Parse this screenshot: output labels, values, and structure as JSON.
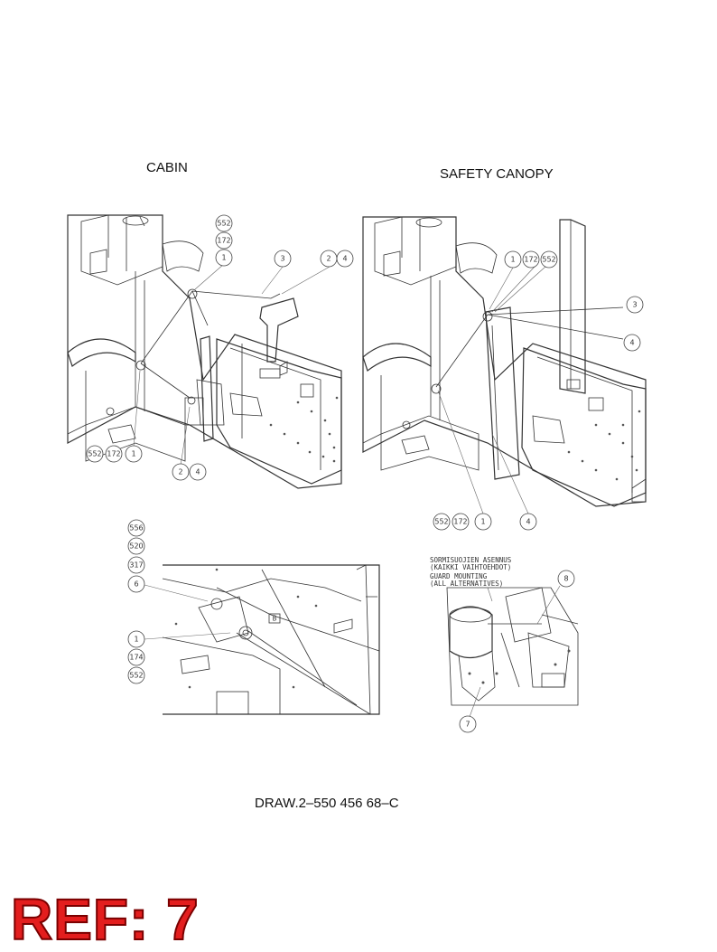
{
  "labels": {
    "cabin": "CABIN",
    "safety_canopy": "SAFETY CANOPY",
    "drawing_number": "DRAW.2–550 456 68–C",
    "ref": "REF: 7"
  },
  "callouts": {
    "cabin": [
      "552",
      "172",
      "1",
      "3",
      "2",
      "4",
      "552",
      "172",
      "1",
      "2",
      "4"
    ],
    "canopy": [
      "1",
      "172",
      "552",
      "3",
      "4",
      "552",
      "172",
      "1",
      "4"
    ],
    "detail_left": [
      "556",
      "520",
      "317",
      "6",
      "1",
      "174",
      "552"
    ],
    "detail_right": [
      "8",
      "7"
    ],
    "detail_box": "B"
  },
  "guard_note": [
    "SORMISUOJIEN ASENNUS",
    "(KAIKKI VAIHTOEHDOT)",
    "GUARD MOUNTING",
    "(ALL ALTERNATIVES)"
  ]
}
